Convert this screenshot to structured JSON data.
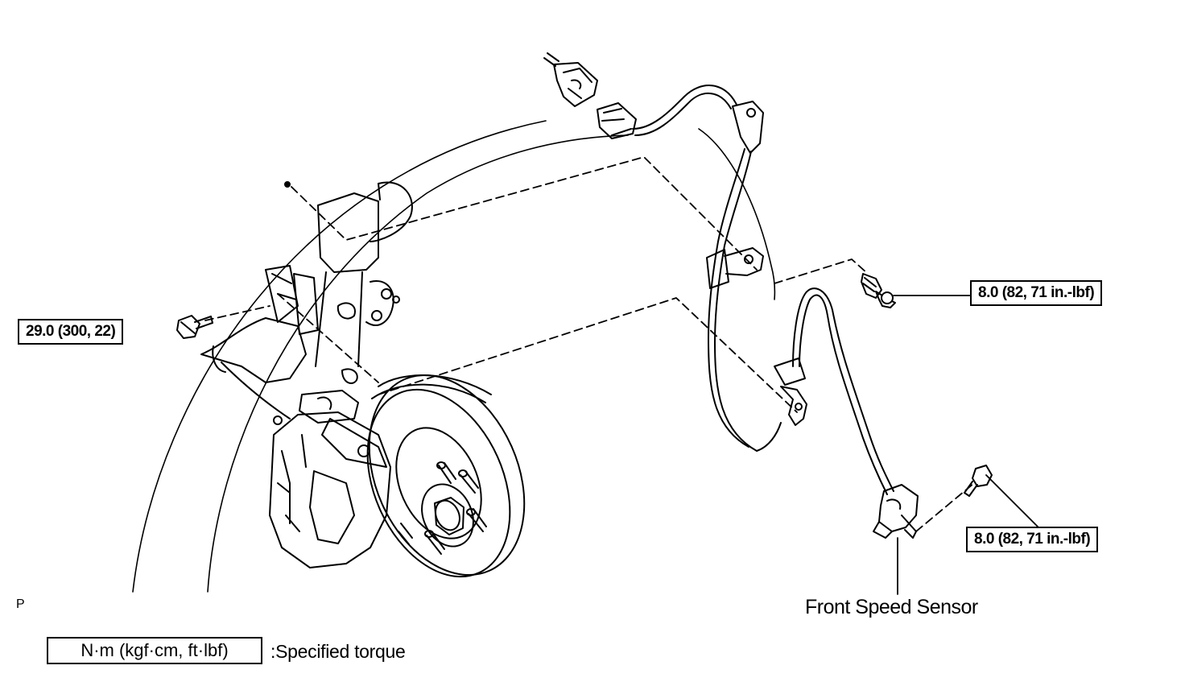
{
  "torque": {
    "knuckle_bolt": "29.0 (300, 22)",
    "upper_bolt": "8.0 (82, 71 in.-lbf)",
    "sensor_bolt": "8.0 (82, 71 in.-lbf)"
  },
  "labels": {
    "front_speed_sensor": "Front Speed Sensor",
    "corner_mark": "P"
  },
  "legend": {
    "unit_box": "N·m (kgf·cm, ft·lbf)",
    "description": ":Specified torque"
  }
}
